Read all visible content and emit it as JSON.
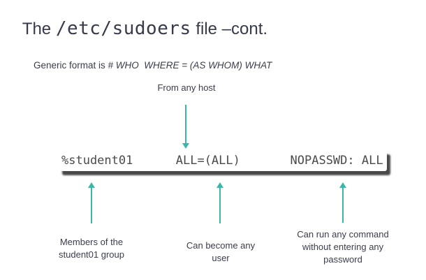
{
  "slide": {
    "title": {
      "prefix": "The ",
      "code": "/etc/sudoers",
      "suffix": " file –cont."
    },
    "subtitle": {
      "lead": "Generic format is ",
      "formula": "# WHO  WHERE = (AS WHOM) WHAT"
    },
    "top_callout": {
      "label": "From any host"
    },
    "sudoers_line": {
      "text": "%student01      ALL=(ALL)       NOPASSWD: ALL"
    },
    "bottom_callouts": [
      {
        "label": "Members of the\nstudent01 group"
      },
      {
        "label": "Can become any\nuser"
      },
      {
        "label": "Can run any command\nwithout entering any\npassword"
      }
    ],
    "colors": {
      "accent_teal": "#3cb6a8",
      "title_text": "#363a4b",
      "body_text": "#3a3d4c",
      "code_text": "#4b4b4b",
      "box_shadow": "#3a3a3a",
      "background": "#ffffff"
    }
  }
}
